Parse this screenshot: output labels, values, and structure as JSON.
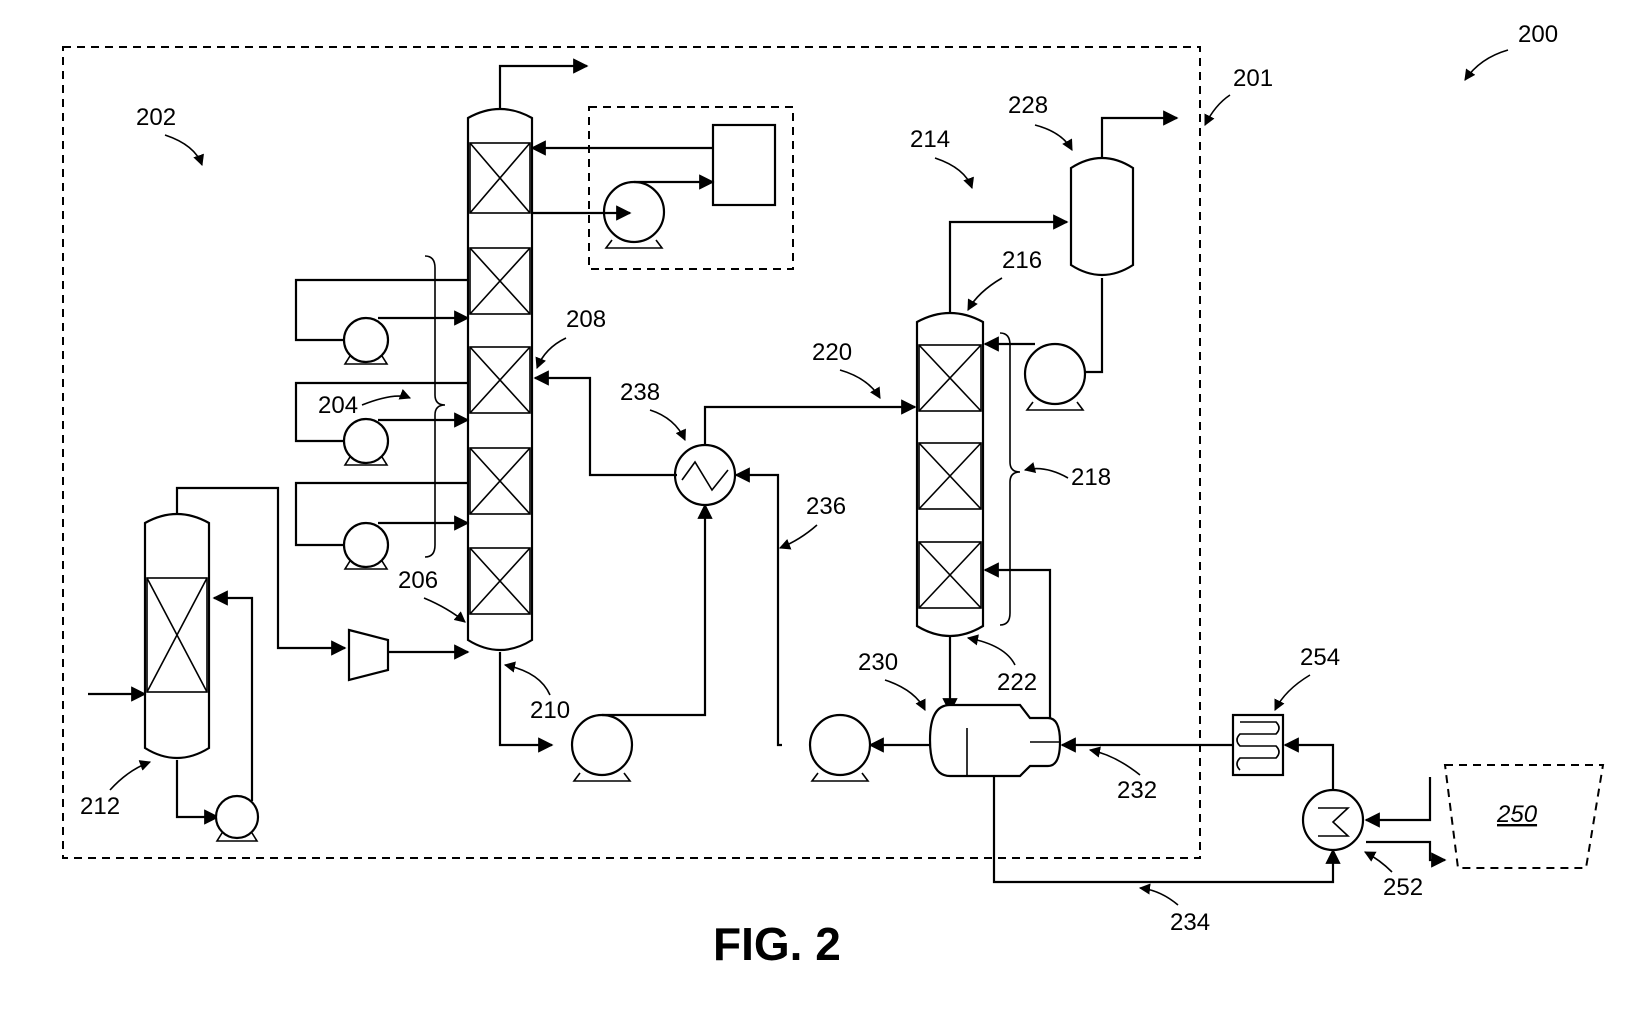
{
  "figure": {
    "caption": "FIG. 2"
  },
  "labels": {
    "system": "200",
    "boundary": "201",
    "unit_left": "202",
    "pumparounds": "204",
    "column_inlet": "206",
    "column_side": "208",
    "column_bottom": "210",
    "reactor": "212",
    "unit_right": "214",
    "column2_top": "216",
    "column2_packing": "218",
    "column2_inlet": "220",
    "column2_bottom": "222",
    "drum": "228",
    "separator": "230",
    "feed_line": "232",
    "return_line": "234",
    "recycle_line": "236",
    "heat_exchanger": "238",
    "external_unit": "250",
    "exchanger_ext": "252",
    "cooler": "254"
  }
}
